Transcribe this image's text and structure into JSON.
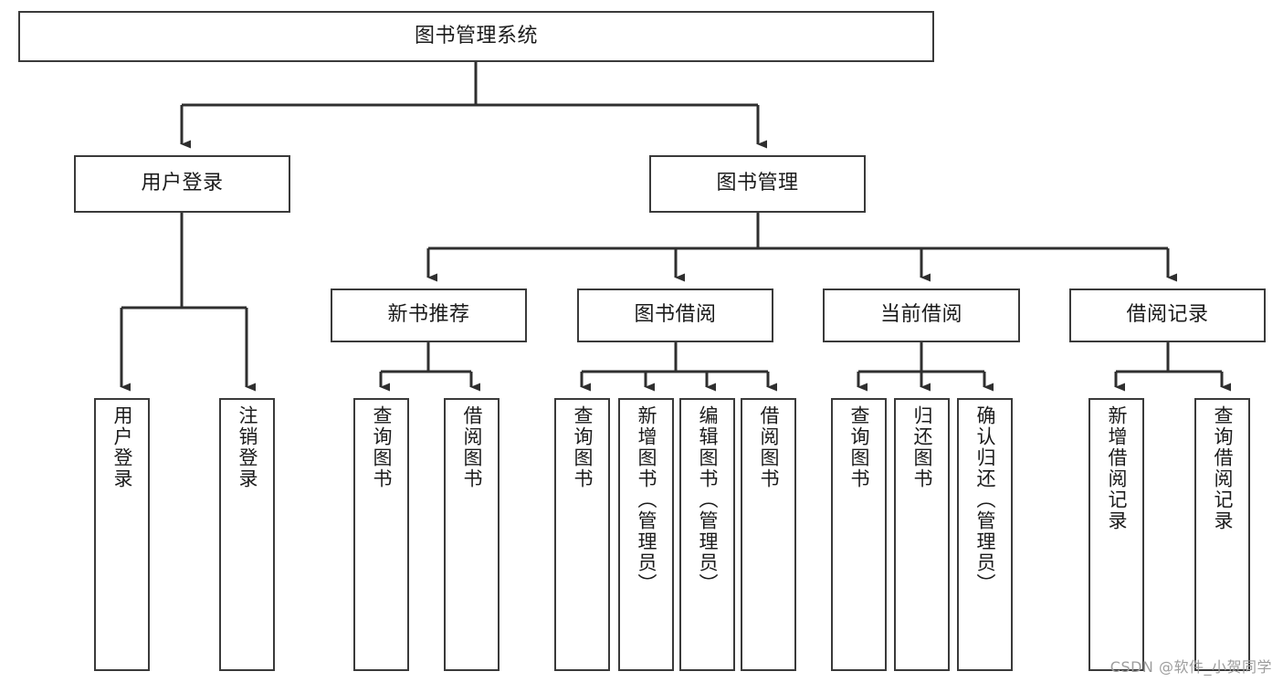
{
  "diagram": {
    "title": "图书管理系统",
    "type": "tree-hierarchy-chart",
    "root": {
      "id": "root",
      "label": "图书管理系统"
    },
    "level2": [
      {
        "id": "user-login",
        "label": "用户登录"
      },
      {
        "id": "book-management",
        "label": "图书管理"
      }
    ],
    "level3": [
      {
        "id": "new-book-recommend",
        "label": "新书推荐",
        "parent": "book-management"
      },
      {
        "id": "book-borrow",
        "label": "图书借阅",
        "parent": "book-management"
      },
      {
        "id": "current-borrow",
        "label": "当前借阅",
        "parent": "book-management"
      },
      {
        "id": "borrow-record",
        "label": "借阅记录",
        "parent": "book-management"
      }
    ],
    "leaves": {
      "user_login": [
        {
          "id": "leaf-user-login",
          "label": "用户登录"
        },
        {
          "id": "leaf-user-logout",
          "label": "注销登录"
        }
      ],
      "new_book_recommend": [
        {
          "id": "leaf-query-book-1",
          "label": "查询图书"
        },
        {
          "id": "leaf-borrow-book-1",
          "label": "借阅图书"
        }
      ],
      "book_borrow": [
        {
          "id": "leaf-query-book-2",
          "label": "查询图书"
        },
        {
          "id": "leaf-add-book",
          "label": "新增图书（管理员）"
        },
        {
          "id": "leaf-edit-book",
          "label": "编辑图书（管理员）"
        },
        {
          "id": "leaf-borrow-book-2",
          "label": "借阅图书"
        }
      ],
      "current_borrow": [
        {
          "id": "leaf-query-book-3",
          "label": "查询图书"
        },
        {
          "id": "leaf-return-book",
          "label": "归还图书"
        },
        {
          "id": "leaf-confirm-return",
          "label": "确认归还（管理员）"
        }
      ],
      "borrow_record": [
        {
          "id": "leaf-add-record",
          "label": "新增借阅记录"
        },
        {
          "id": "leaf-query-record",
          "label": "查询借阅记录"
        }
      ]
    },
    "colors": {
      "box_border": "#3a3a3a",
      "box_fill": "#ffffff",
      "connector": "#2f2f2f",
      "text": "#1b1b1b",
      "watermark": "#9d9d9d"
    }
  },
  "watermark": {
    "text": "CSDN @软件_小贺同学"
  }
}
